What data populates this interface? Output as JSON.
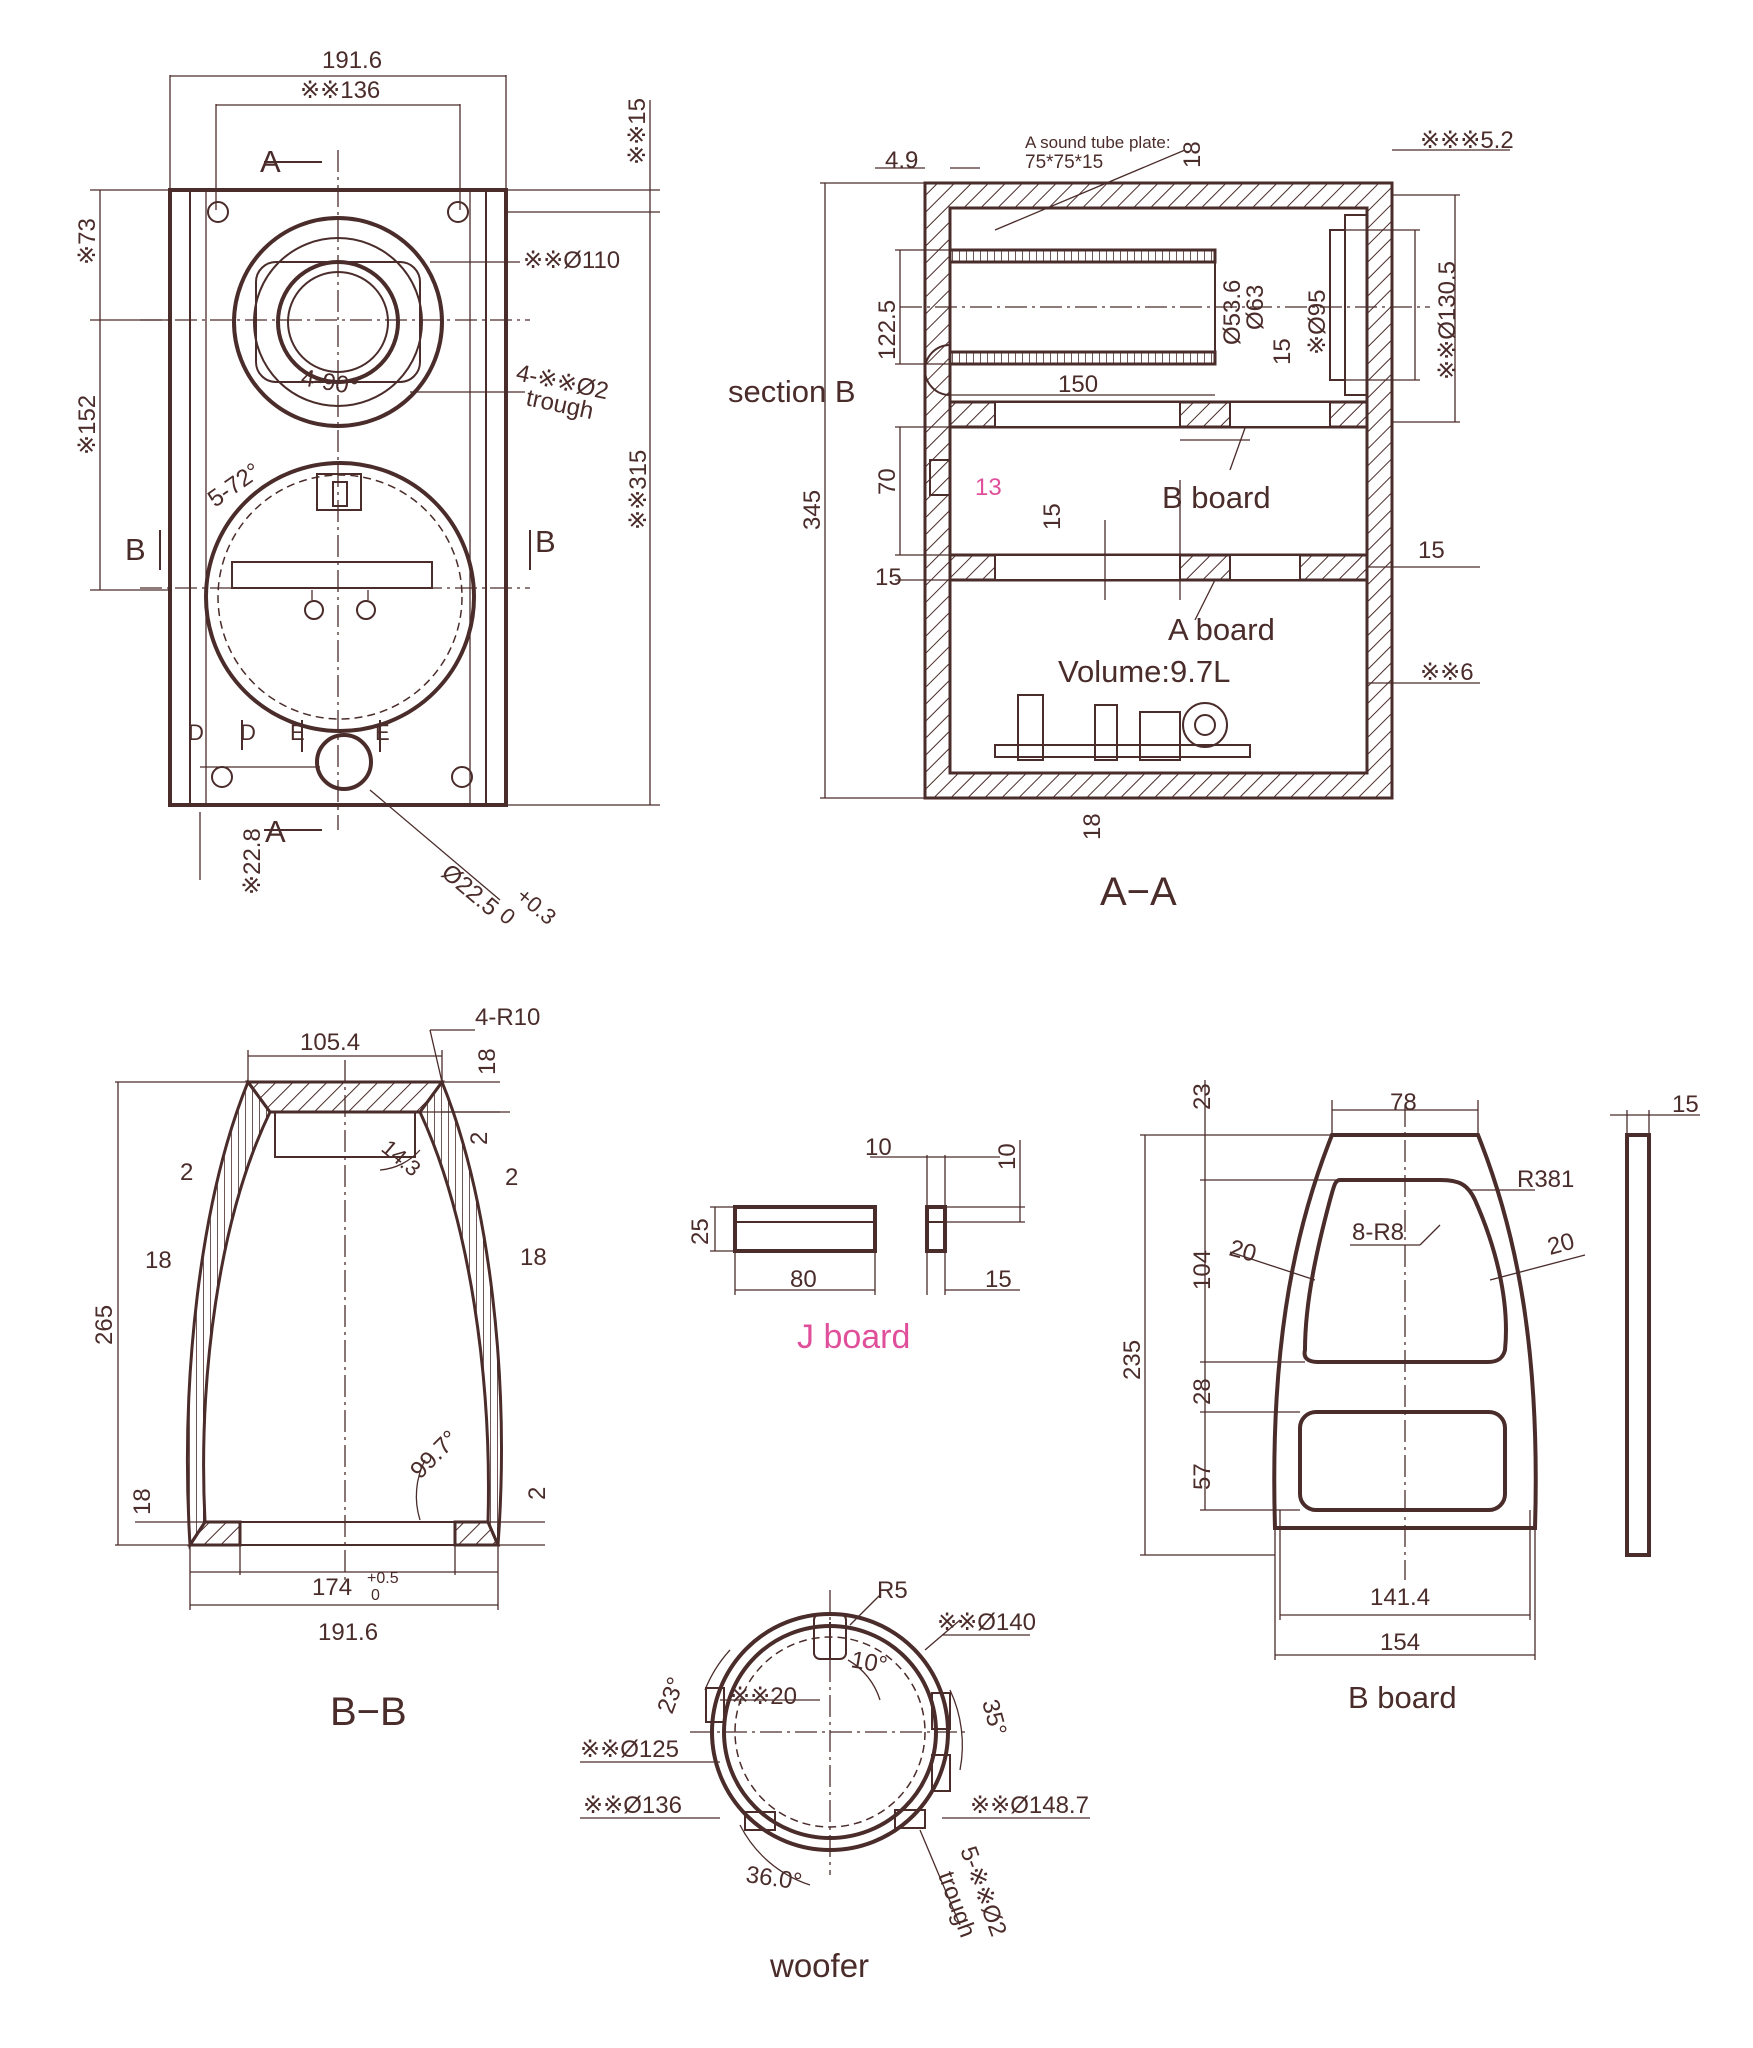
{
  "front_view": {
    "width_total": "191.6",
    "width_inner": "※※136",
    "top_offset": "※※15",
    "tweeter_offset": "※73",
    "woofer_offset": "※152",
    "height_total": "※※315",
    "port_offset": "※22.8",
    "tweeter_dia": "※※Ø110",
    "holes": "4-※※Ø2",
    "holes_note": "trough",
    "angle_4": "4-90°",
    "angle_5": "5-72°",
    "port_dia_base": "Ø22.5",
    "port_tol_up": "+0.3",
    "port_tol_down": "0",
    "sec_a": "A",
    "sec_b": "B",
    "sec_d": "D",
    "sec_e": "E"
  },
  "section_aa": {
    "d_49": "4.9",
    "note1": "A sound tube plate:",
    "note2": "75*75*15",
    "d_18_top": "18",
    "d_52": "※※※5.2",
    "d_1225": "122.5",
    "d_536": "Ø53.6",
    "d_63": "Ø63",
    "d_95": "※Ø95",
    "d_1305": "※※Ø130.5",
    "d_15a": "15",
    "d_150": "150",
    "section_b_label": "section B",
    "d_345": "345",
    "d_70": "70",
    "d_13": "13",
    "b_board": "B board",
    "d_15b": "15",
    "d_15c": "15",
    "d_15d": "15",
    "a_board": "A board",
    "volume": "Volume:9.7L",
    "d_6": "※※6",
    "d_18_bot": "18",
    "title": "A−A"
  },
  "section_bb": {
    "r10": "4-R10",
    "d_1054": "105.4",
    "d_18t": "18",
    "d_2a": "2",
    "d_2b": "2",
    "d_2c": "2",
    "d_143": "14.3",
    "d_18l": "18",
    "d_18r": "18",
    "d_265": "265",
    "d_997": "99.7°",
    "d_18b": "18",
    "d_2d": "2",
    "d_174": "174",
    "tol_up": "+0.5",
    "tol_dn": "0",
    "d_1916": "191.6",
    "title": "B−B"
  },
  "j_board": {
    "d_10a": "10",
    "d_10b": "10",
    "d_25": "25",
    "d_80": "80",
    "d_15": "15",
    "title": "J board"
  },
  "b_board": {
    "d_23": "23",
    "d_78": "78",
    "d_15": "15",
    "r381": "R381",
    "r8": "8-R8",
    "d_20l": "20",
    "d_20r": "20",
    "d_104": "104",
    "d_235": "235",
    "d_28": "28",
    "d_57": "57",
    "d_1414": "141.4",
    "d_154": "154",
    "title": "B board"
  },
  "woofer": {
    "r5": "R5",
    "d_140": "※※Ø140",
    "d_10": "10°",
    "d_23": "23°",
    "d_20": "※※20",
    "d_35": "35°",
    "d_125": "※※Ø125",
    "d_136": "※※Ø136",
    "d_1487": "※※Ø148.7",
    "d_36": "36.0°",
    "d_5": "5-※※Ø2",
    "d_trough": "trough",
    "title": "woofer"
  }
}
